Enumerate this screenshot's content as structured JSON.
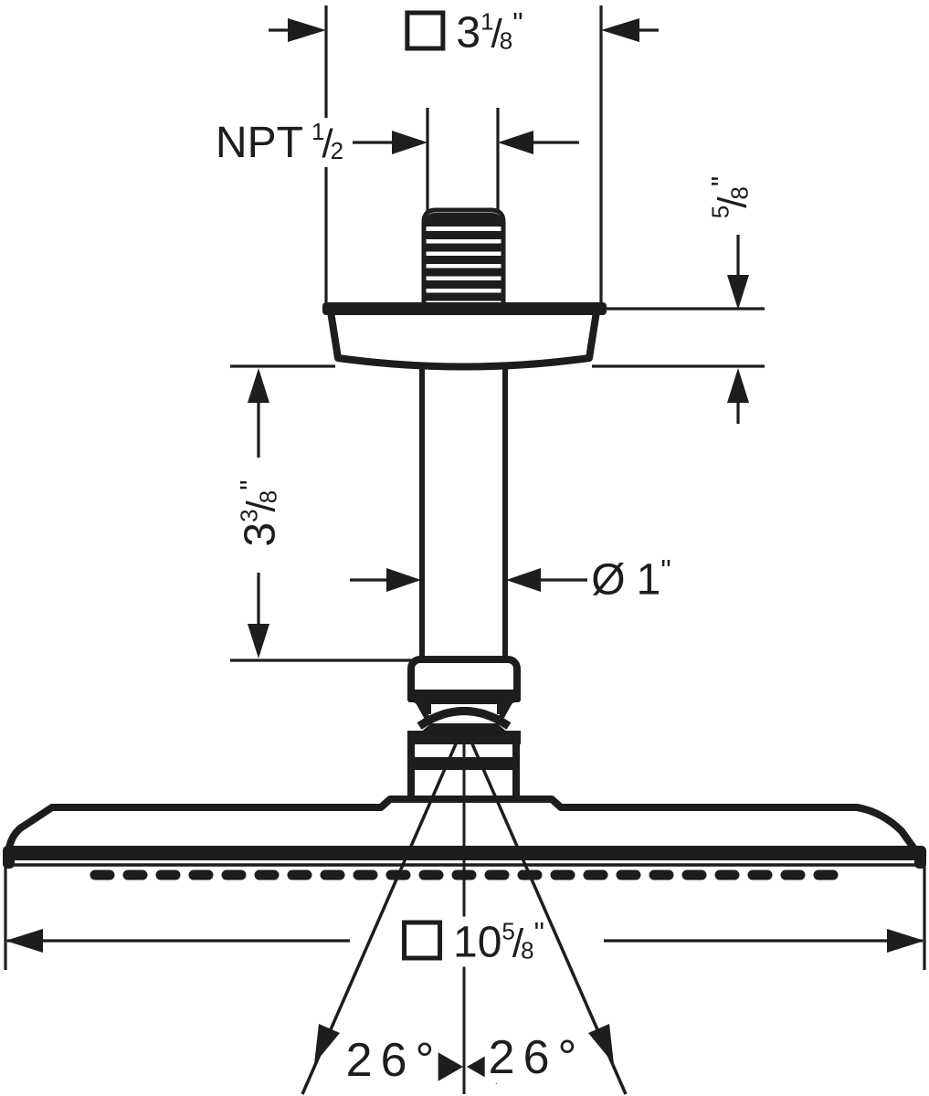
{
  "drawing": {
    "type": "technical dimensional line drawing",
    "subject": "ceiling-mounted overhead rain shower head, side elevation",
    "frac_slash": "/",
    "colors": {
      "ink": "#1e1c1d",
      "paper": "#ffffff"
    },
    "labels": {
      "flange_width": {
        "symbol": "square",
        "whole": "3",
        "frac_num": "1",
        "frac_den": "8",
        "unit": "\""
      },
      "thread_size": {
        "text": "NPT",
        "frac_num": "1",
        "frac_den": "2"
      },
      "flange_height": {
        "frac_num": "5",
        "frac_den": "8",
        "unit": "\""
      },
      "arm_length": {
        "whole": "3",
        "frac_num": "3",
        "frac_den": "8",
        "unit": "\""
      },
      "arm_diameter": {
        "symbol": "Ø",
        "value": "1",
        "unit": "\""
      },
      "head_width": {
        "symbol": "square",
        "whole": "10",
        "frac_num": "5",
        "frac_den": "8",
        "unit": "\""
      },
      "spray_angle_left": {
        "value": "26",
        "unit": "°"
      },
      "spray_angle_right": {
        "value": "26",
        "unit": "°"
      }
    }
  }
}
